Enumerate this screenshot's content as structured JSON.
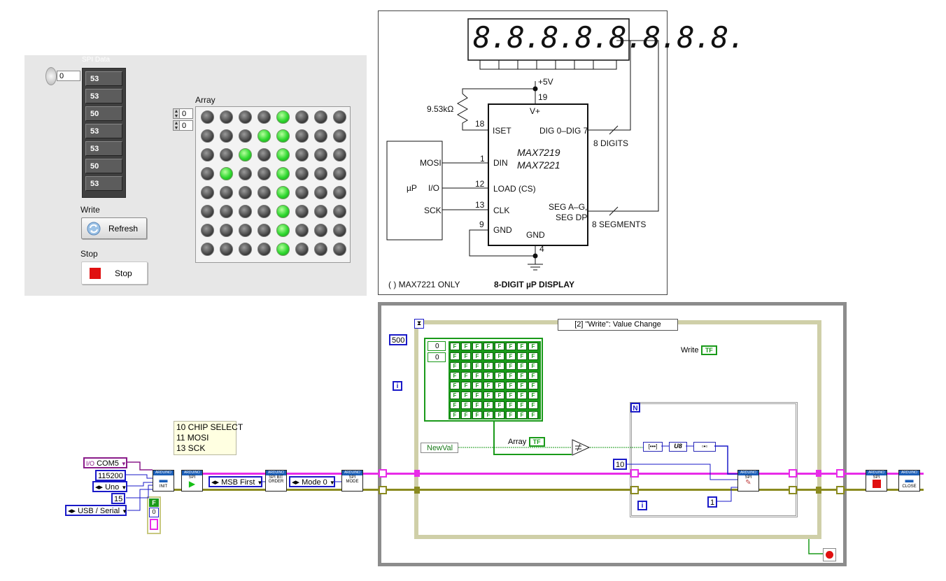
{
  "front_panel": {
    "spi_data_label": "SPI Data",
    "spi_index": "0",
    "spi_values": [
      "53",
      "53",
      "50",
      "53",
      "53",
      "50",
      "53"
    ],
    "array_label": "Array",
    "array_index_row": "0",
    "array_index_col": "0",
    "led_matrix": [
      [
        0,
        0,
        0,
        0,
        1,
        0,
        0,
        0
      ],
      [
        0,
        0,
        0,
        1,
        1,
        0,
        0,
        0
      ],
      [
        0,
        0,
        1,
        0,
        1,
        0,
        0,
        0
      ],
      [
        0,
        1,
        0,
        0,
        1,
        0,
        0,
        0
      ],
      [
        0,
        0,
        0,
        0,
        1,
        0,
        0,
        0
      ],
      [
        0,
        0,
        0,
        0,
        1,
        0,
        0,
        0
      ],
      [
        0,
        0,
        0,
        0,
        1,
        0,
        0,
        0
      ],
      [
        0,
        0,
        0,
        0,
        1,
        0,
        0,
        0
      ]
    ],
    "write_label": "Write",
    "refresh_button": "Refresh",
    "stop_label": "Stop",
    "stop_button": "Stop",
    "colors": {
      "led_on": "#2fd72f",
      "led_off": "#3a3a3a",
      "stop_square": "#e01010"
    }
  },
  "datasheet": {
    "display_digits": "8.8.8.8.8.8.8.8.",
    "supply": "+5V",
    "pin19": "19",
    "resistor": "9.53kΩ",
    "pin18": "18",
    "vplus": "V+",
    "iset": "ISET",
    "dig": "DIG 0–DIG 7",
    "digits_bus": "8 DIGITS",
    "chip_name1": "MAX7219",
    "chip_name2": "MAX7221",
    "mosi": "MOSI",
    "pin1": "1",
    "din": "DIN",
    "up": "µP",
    "io": "I/O",
    "pin12": "12",
    "load": "LOAD (CS)",
    "sck": "SCK",
    "pin13": "13",
    "clk": "CLK",
    "seg1": "SEG A–G,",
    "seg2": "SEG DP",
    "segments_bus": "8 SEGMENTS",
    "pin9": "9",
    "gnd_left": "GND",
    "gnd_bottom": "GND",
    "pin4": "4",
    "footnote": "( ) MAX7221 ONLY",
    "caption": "8-DIGIT µP DISPLAY"
  },
  "block_diagram": {
    "comment": "10 CHIP SELECT\n11 MOSI\n13 SCK",
    "com_port": "COM5",
    "baud": "115200",
    "board": "Uno",
    "pin": "15",
    "connection": "USB / Serial",
    "bool_const": "F",
    "bool_index": "0",
    "bit_order": "MSB First",
    "spi_mode": "Mode 0",
    "timeout": "500",
    "event_case": "[2] \"Write\": Value Change",
    "write_terminal": "Write",
    "tf": "TF",
    "array_terminal": "Array",
    "newval": "NewVal",
    "array_index_row": "0",
    "array_index_col": "0",
    "bool_cell": "F",
    "u8": "U8",
    "for_n": "N",
    "chip_select": "10",
    "spi_bytes": "1",
    "loop_i": "i",
    "vi_init": "INIT",
    "vi_spi": "SPI",
    "vi_bitorder": "SPI BIT ORDER",
    "vi_mode": "SPI MODE",
    "vi_close": "CLOSE",
    "vi_header": "ARDUINO"
  }
}
